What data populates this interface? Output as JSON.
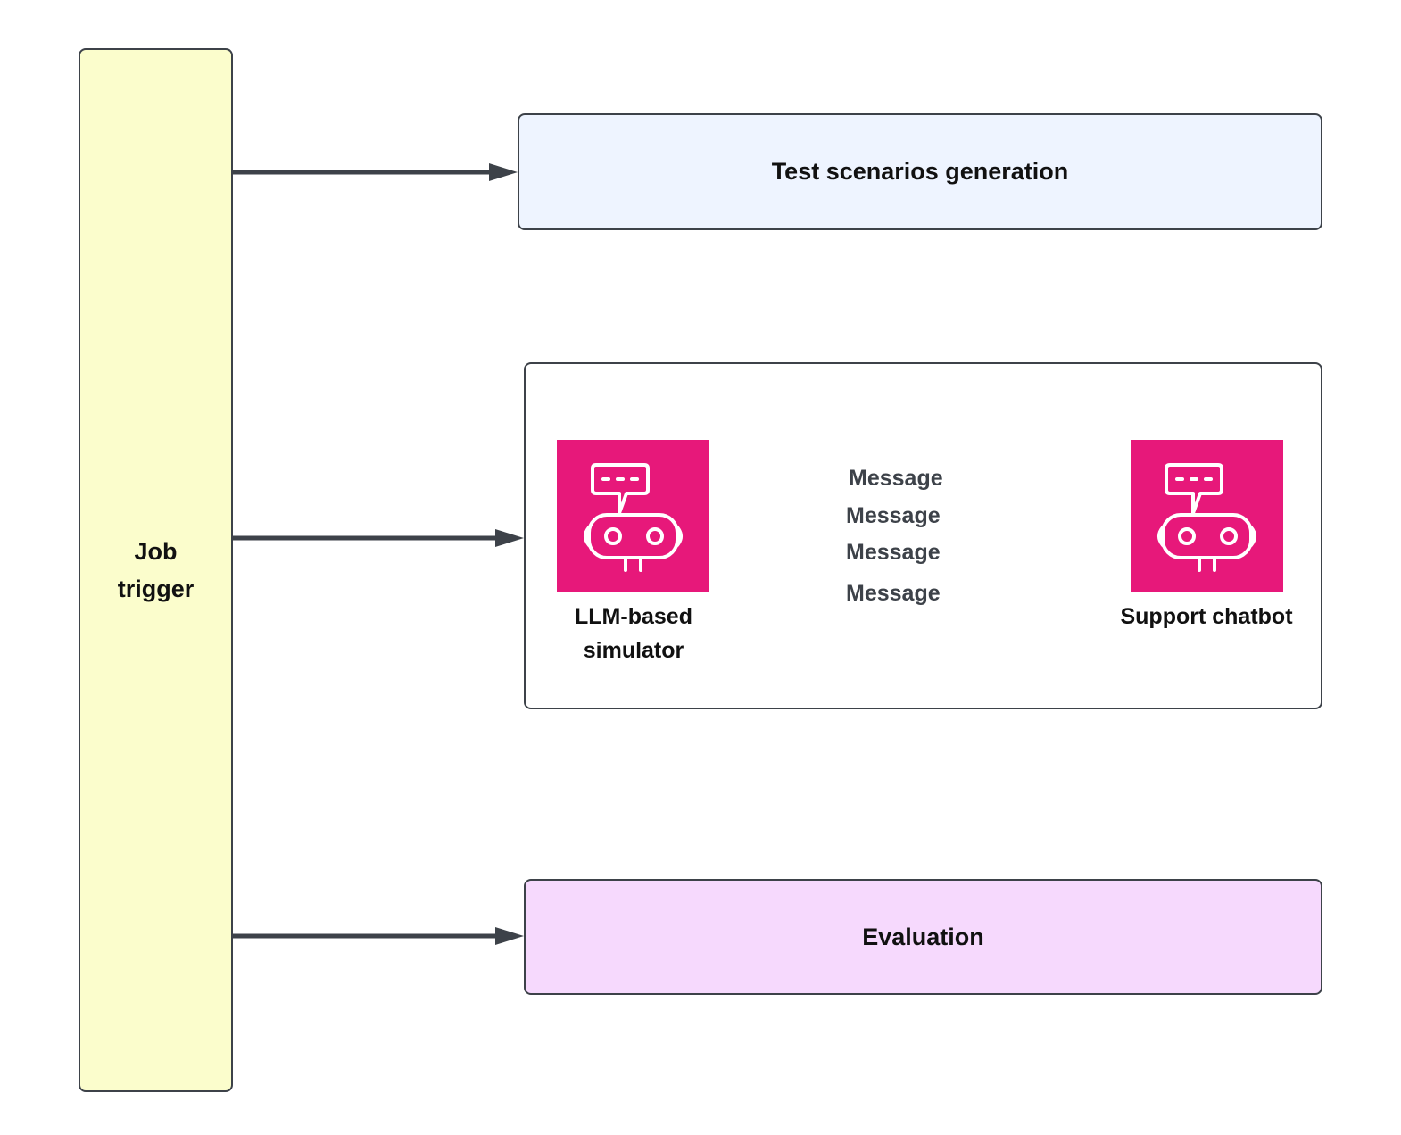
{
  "nodes": {
    "job_trigger": {
      "line1": "Job",
      "line2": "trigger"
    },
    "test_scenarios": {
      "label": "Test scenarios generation"
    },
    "evaluation": {
      "label": "Evaluation"
    },
    "simulator": {
      "line1": "LLM-based",
      "line2": "simulator",
      "icon": "chatbot-robot-icon"
    },
    "chatbot": {
      "label": "Support chatbot",
      "icon": "chatbot-robot-icon"
    }
  },
  "messages": [
    "Message",
    "Message",
    "Message",
    "Message"
  ],
  "colors": {
    "job_trigger_fill": "#fbfdcc",
    "test_scenarios_fill": "#eef4ff",
    "evaluation_fill": "#f6d9fd",
    "agent_tile": "#e7187a",
    "stroke": "#3d4249"
  }
}
